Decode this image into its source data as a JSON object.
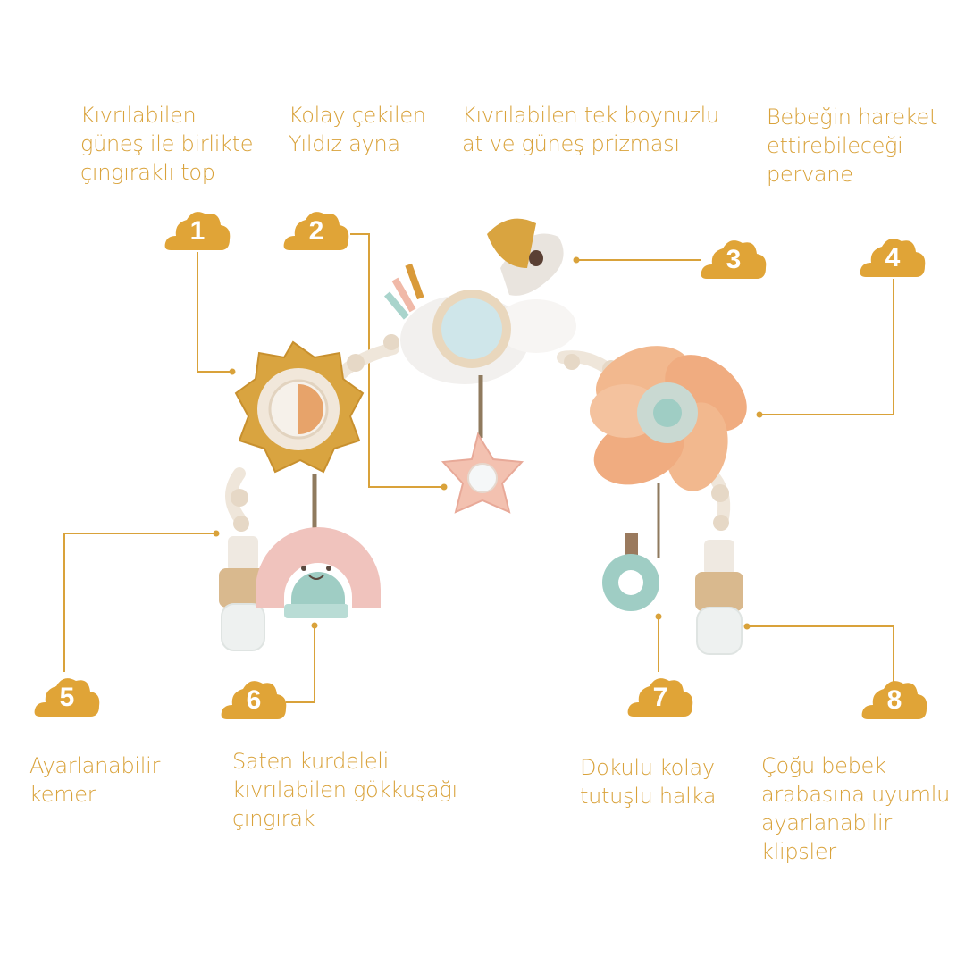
{
  "colors": {
    "accent": "#d9a23a",
    "badge": "#e0a437",
    "sun": "#d9a440",
    "pinwheel": "#f2b88e",
    "star": "#f3c1b0",
    "rainbow": "#f0c3bd",
    "teal": "#9fcdc4"
  },
  "features": [
    {
      "number": "1",
      "label": "Kıvrılabilen\ngüneş ile birlikte\nçıngıraklı top"
    },
    {
      "number": "2",
      "label": "Kolay çekilen\nYıldız ayna"
    },
    {
      "number": "3",
      "label": "Kıvrılabilen tek boynuzlu\nat ve güneş prizması"
    },
    {
      "number": "4",
      "label": "Bebeğin hareket\nettirebileceği\npervane"
    },
    {
      "number": "5",
      "label": "Ayarlanabilir\nkemer"
    },
    {
      "number": "6",
      "label": "Saten kurdeleli\nkıvrılabilen gökkuşağı\nçıngırak"
    },
    {
      "number": "7",
      "label": "Dokulu kolay\ntutuşlu halka"
    },
    {
      "number": "8",
      "label": "Çoğu bebek\narabasına uyumlu\nayarlanabilir\nklipsler"
    }
  ]
}
